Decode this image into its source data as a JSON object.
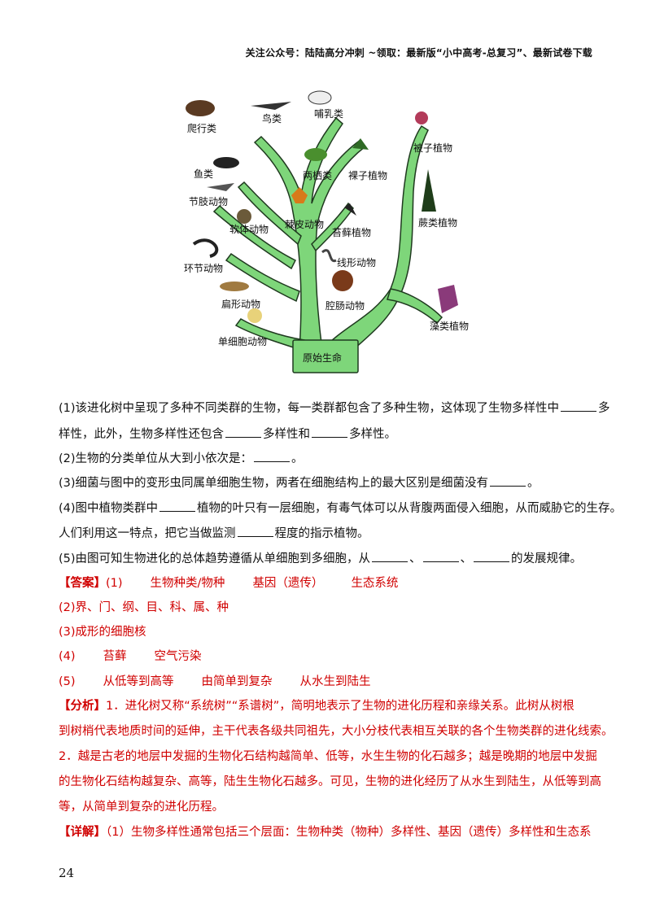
{
  "header": {
    "text": "关注公众号：陆陆高分冲刺   ~领取：最新版“小中高考-总复习”、最新试卷下载"
  },
  "figure": {
    "labels": {
      "reptile": "爬行类",
      "bird": "鸟类",
      "mammal": "哺乳类",
      "seed_plant": "被子植物",
      "fish": "鱼类",
      "amphibian": "两栖类",
      "gymnosperm": "裸子植物",
      "arthropod": "节肢动物",
      "echinoderm": "棘皮动物",
      "fern": "蕨类植物",
      "mollusk": "软体动物",
      "moss": "苔藓植物",
      "annelid": "环节动物",
      "nematode": "线形动物",
      "coelenterate": "腔肠动物",
      "flatworm": "扁形动物",
      "algae": "藻类植物",
      "protozoa": "单细胞动物",
      "origin": "原始生命"
    }
  },
  "questions": {
    "q1_a": "(1)该进化树中呈现了多种不同类群的生物，每一类群都包含了多种生物，这体现了生物多样性中",
    "q1_b": "多",
    "q1_c": "样性，此外，生物多样性还包含",
    "q1_d": "多样性和",
    "q1_e": "多样性。",
    "q2_a": "(2)生物的分类单位从大到小依次是：",
    "q2_b": "。",
    "q3_a": "(3)细菌与图中的变形虫同属单细胞生物，两者在细胞结构上的最大区别是细菌没有",
    "q3_b": "。",
    "q4_a": "(4)图中植物类群中",
    "q4_b": "植物的叶只有一层细胞，有毒气体可以从背腹两面侵入细胞，从而威胁它的生存。",
    "q4_c": "人们利用这一特点，把它当做监测",
    "q4_d": "程度的指示植物。",
    "q5_a": "(5)由图可知生物进化的总体趋势遵循从单细胞到多细胞，从",
    "q5_sep1": "、",
    "q5_sep2": "、",
    "q5_b": "的发展规律。"
  },
  "answer": {
    "tag": "【答案】",
    "a1_num": "(1)",
    "a1_1": "生物种类/物种",
    "a1_2": "基因（遗传）",
    "a1_3": "生态系统",
    "a2": "(2)界、门、纲、目、科、属、种",
    "a3": "(3)成形的细胞核",
    "a4_num": "(4)",
    "a4_1": "苔藓",
    "a4_2": "空气污染",
    "a5_num": "(5)",
    "a5_1": "从低等到高等",
    "a5_2": "由简单到复杂",
    "a5_3": "从水生到陆生"
  },
  "analysis": {
    "tag": "【分析】",
    "l1": "1．进化树又称“系统树”“系谱树”，简明地表示了生物的进化历程和亲缘关系。此树从树根",
    "l2": "到树梢代表地质时间的延伸，主干代表各级共同祖先，大小分枝代表相互关联的各个生物类群的进化线索。",
    "l3": "2．越是古老的地层中发掘的生物化石结构越简单、低等，水生生物的化石越多；越是晚期的地层中发掘",
    "l4": "的生物化石结构越复杂、高等，陆生生物化石越多。可见，生物的进化经历了从水生到陆生，从低等到高",
    "l5": "等，从简单到复杂的进化历程。"
  },
  "detail": {
    "tag": "【详解】",
    "l1": "（1）生物多样性通常包括三个层面：生物种类（物种）多样性、基因（遗传）多样性和生态系"
  },
  "page": {
    "number": "24"
  },
  "colors": {
    "trunk": "#7ed67a",
    "answer_red": "#d00000"
  }
}
